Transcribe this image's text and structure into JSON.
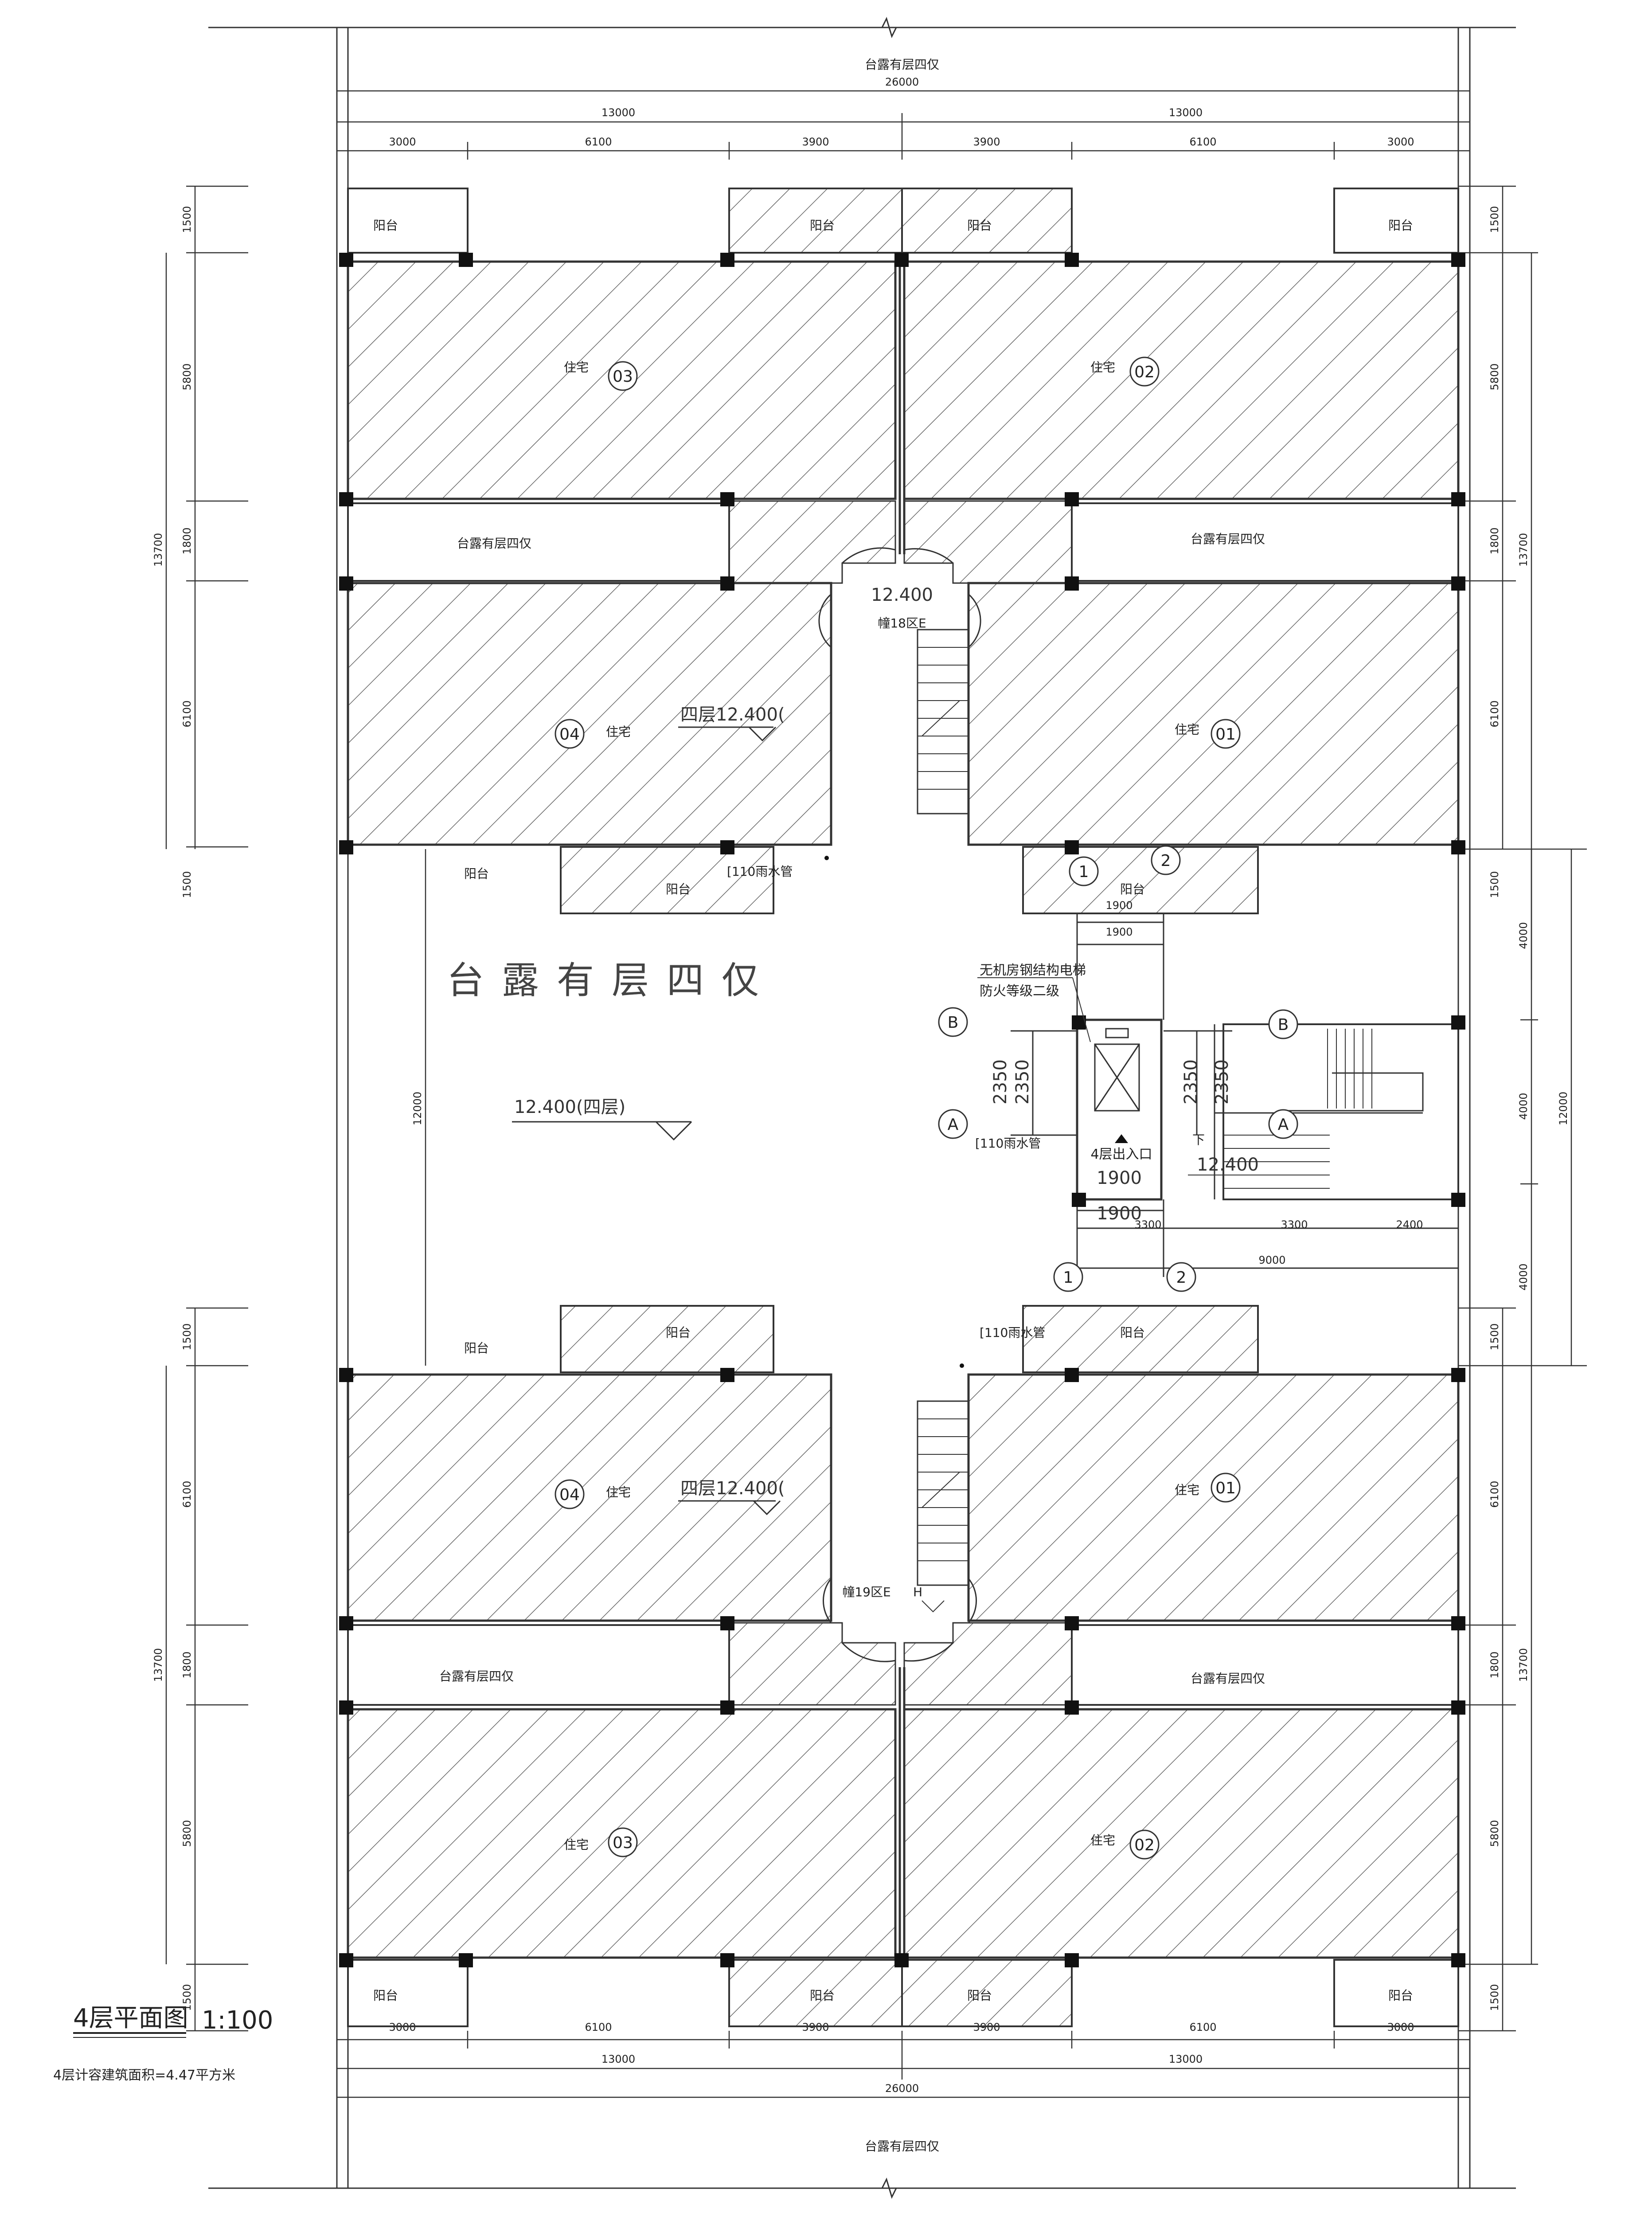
{
  "top": {
    "roof_label": "台露有层四仅",
    "total": "26000",
    "halves": [
      "13000",
      "13000"
    ],
    "segments": [
      "3000",
      "6100",
      "3900",
      "3900",
      "6100",
      "3000"
    ]
  },
  "bottom": {
    "roof_label": "台露有层四仅",
    "total": "26000",
    "halves": [
      "13000",
      "13000"
    ],
    "segments": [
      "3000",
      "6100",
      "3900",
      "3900",
      "6100",
      "3000"
    ]
  },
  "left_dims": {
    "upper": [
      "1500",
      "5800",
      "1800",
      "6100",
      "1500"
    ],
    "upper_total": "13700",
    "middle": "12000",
    "lower": [
      "1500",
      "6100",
      "1800",
      "5800",
      "1500"
    ],
    "lower_total": "13700"
  },
  "right_dims": {
    "upper": [
      "1500",
      "5800",
      "1800",
      "6100",
      "1500"
    ],
    "upper_total": "13700",
    "middle": [
      "4000",
      "4000",
      "4000"
    ],
    "middle_total": "12000",
    "lower": [
      "1500",
      "6100",
      "1800",
      "5800",
      "1500"
    ],
    "lower_total": "13700"
  },
  "labels": {
    "balcony": "阳台",
    "residence": "住宅",
    "roof_terrace": "台露有层四仅",
    "roof_terrace_big": "台露有层四仅",
    "level_mark": "12.400(四层)",
    "unit_level": "四层12.400(",
    "rain_pipe": "[110雨水管",
    "stair_down": "下",
    "elevator_note_1": "无机房钢结构电梯",
    "elevator_note_2": "防火等级二级",
    "exit_label": "4层出入口",
    "upper_core_level": "12.400",
    "upper_core_tag": "幢18区E",
    "lower_core_tag": "幢19区E",
    "lower_core_h": "H"
  },
  "units": [
    "01",
    "02",
    "03",
    "04"
  ],
  "axes": {
    "a": "A",
    "b": "B",
    "one": "1",
    "two": "2"
  },
  "core_dims": {
    "w1900": "1900",
    "h2350": "2350",
    "d3300": "3300",
    "d2400": "2400",
    "d9000": "9000",
    "lvl": "12.400"
  },
  "title": {
    "main": "4层平面图",
    "scale": "1:100",
    "area_note": "4层计容建筑面积=4.47平方米"
  }
}
